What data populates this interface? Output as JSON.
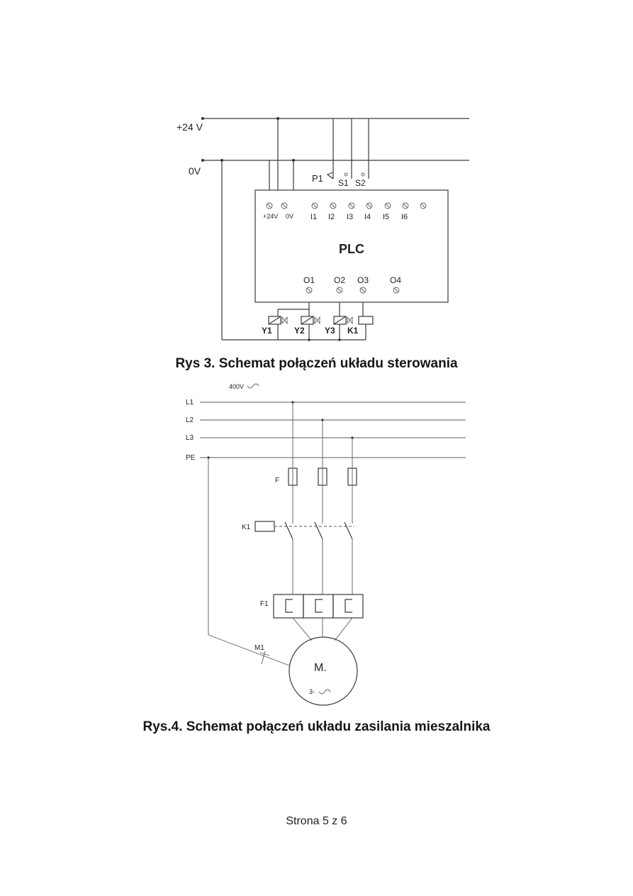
{
  "figure3": {
    "caption": "Rys 3. Schemat połączeń układu sterowania",
    "rail_plus": "+24 V",
    "rail_zero": "0V",
    "plc_title": "PLC",
    "power_terminals": [
      "+24V",
      "0V"
    ],
    "inputs": [
      "I1",
      "I2",
      "I3",
      "I4",
      "I5",
      "I6"
    ],
    "outputs": [
      "O1",
      "O2",
      "O3",
      "O4"
    ],
    "sensors": [
      "P1",
      "S1",
      "S2"
    ],
    "actuators": [
      "Y1",
      "Y2",
      "Y3",
      "K1"
    ]
  },
  "figure4": {
    "caption": "Rys.4. Schemat połączeń układu zasilania mieszalnika",
    "voltage": "400V",
    "lines": [
      "L1",
      "L2",
      "L3",
      "PE"
    ],
    "fuse_label": "F",
    "contactor_label": "K1",
    "relay_label": "F1",
    "motor_tag": "M1",
    "motor_label": "M.",
    "motor_phase": "3-"
  },
  "footer": {
    "page_label": "Strona 5 z 6"
  }
}
